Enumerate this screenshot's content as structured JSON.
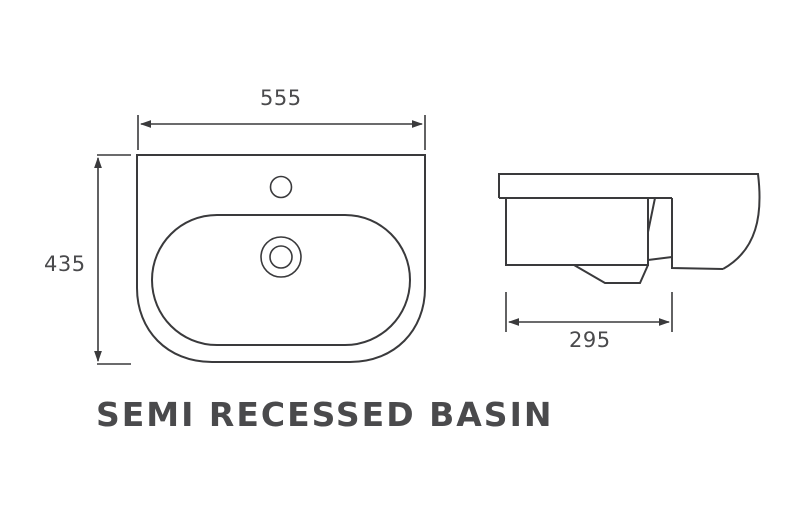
{
  "title": "SEMI RECESSED BASIN",
  "dimensions": {
    "width_label": "555",
    "depth_label": "435",
    "side_depth_label": "295"
  },
  "views": {
    "front": "top-view plan of basin with tap hole and drain",
    "side": "side elevation of semi recessed basin"
  },
  "colors": {
    "line": "#3a3a3c",
    "text": "#4a4a4c",
    "background": "#ffffff"
  }
}
